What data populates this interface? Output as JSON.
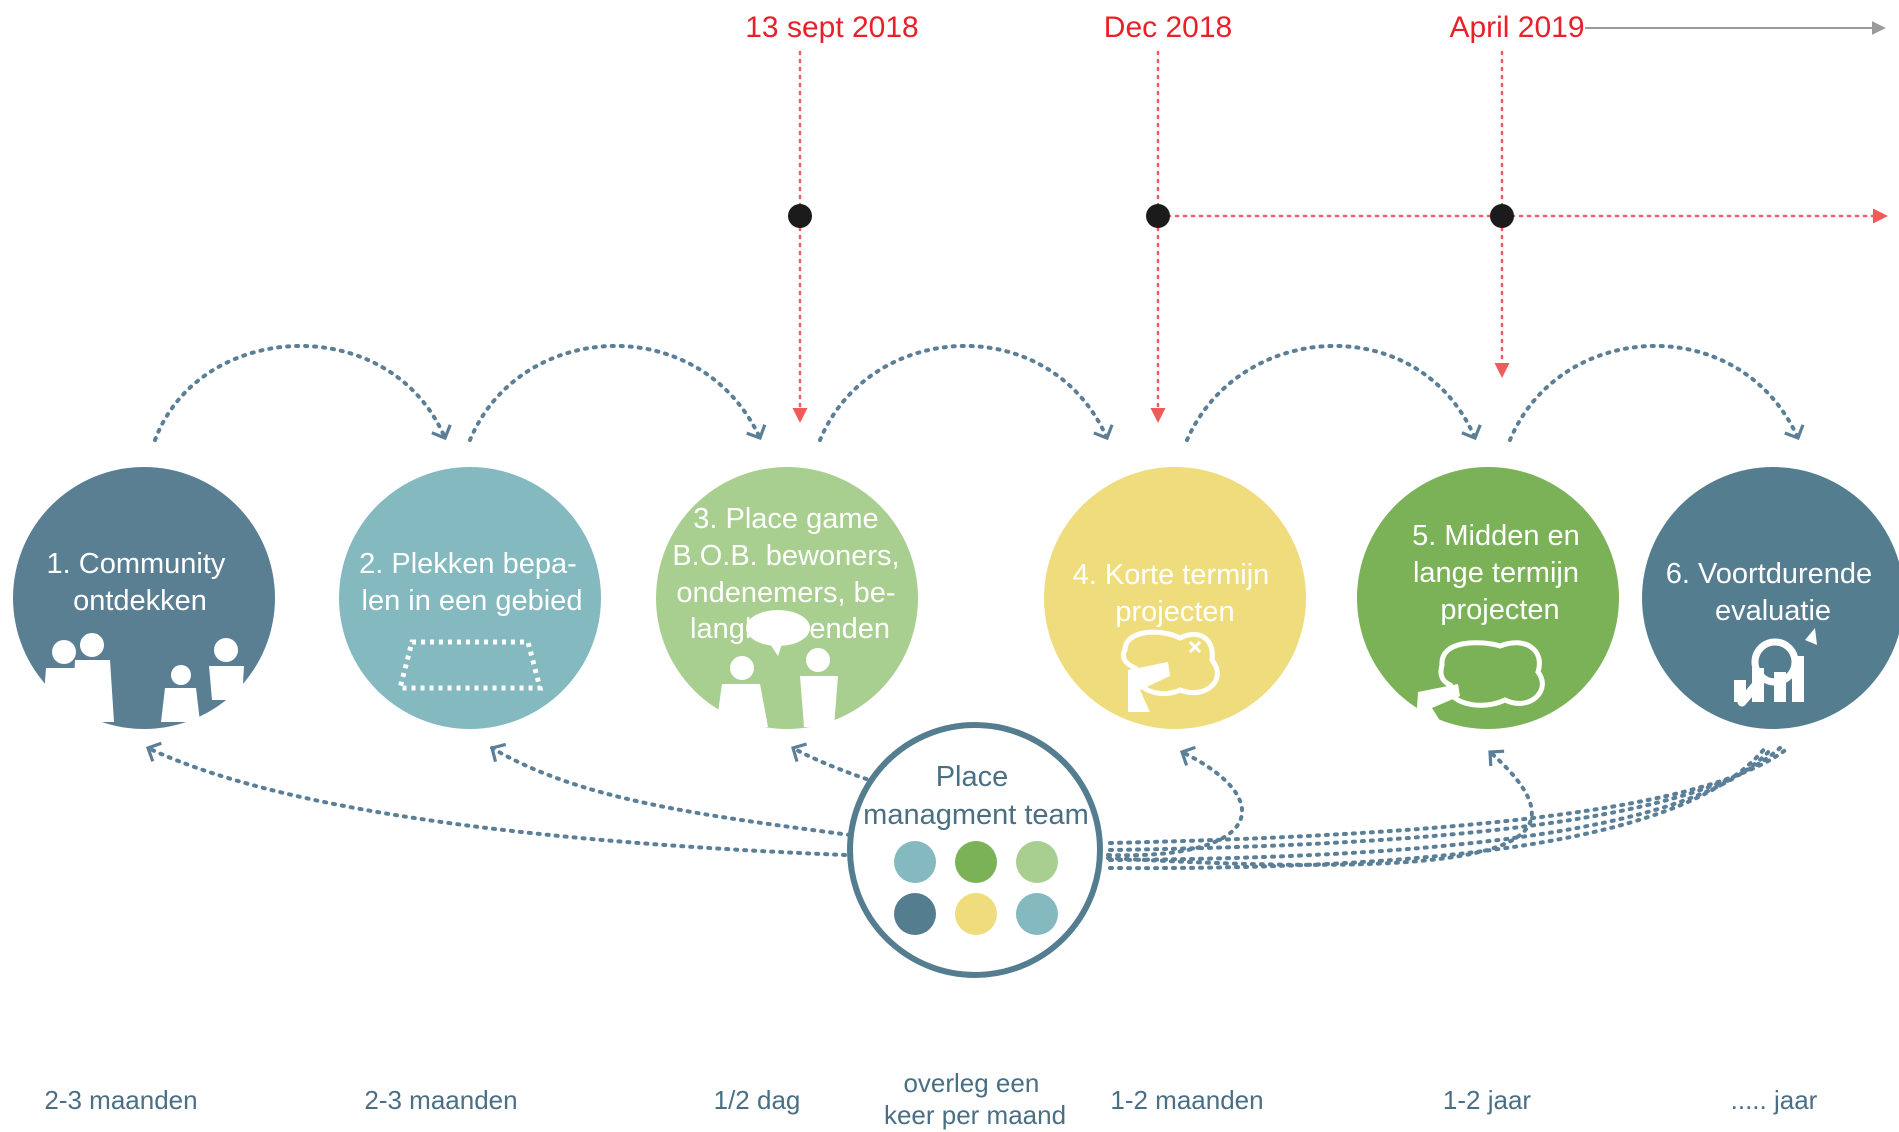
{
  "timeline": {
    "dates": [
      "13 sept 2018",
      "Dec 2018",
      "April 2019"
    ],
    "colors": {
      "date_text": "#e8202a",
      "date_line": "#ef5a5a",
      "marker": "#1b1b1b",
      "arrow_gray": "#9a9a9a"
    }
  },
  "steps": [
    {
      "lines": [
        "1. Community",
        "ontdekken"
      ],
      "color": "#5a7f93",
      "icon": "people-silhouette-icon",
      "duration": [
        "2-3 maanden"
      ]
    },
    {
      "lines": [
        "2. Plekken bepa-",
        "len in een gebied"
      ],
      "color": "#83b9bf",
      "icon": "area-outline-icon",
      "duration": [
        "2-3 maanden"
      ]
    },
    {
      "lines": [
        "3. Place game",
        "B.O.B. bewoners,",
        "ondenemers, be-",
        "langhebbenden"
      ],
      "color": "#a9cf90",
      "icon": "conversation-people-icon",
      "duration": [
        "1/2 dag"
      ]
    },
    {
      "lines": [
        "4. Korte termijn",
        "projecten"
      ],
      "color": "#efdc7c",
      "icon": "hand-touch-icon",
      "duration": [
        "1-2 maanden"
      ]
    },
    {
      "lines": [
        "5. Midden en",
        "lange termijn",
        "projecten"
      ],
      "color": "#7cb257",
      "icon": "hand-area-icon",
      "duration": [
        "1-2 jaar"
      ]
    },
    {
      "lines": [
        "6. Voortdurende",
        "evaluatie"
      ],
      "color": "#557d90",
      "icon": "magnifier-chart-icon",
      "duration": [
        "..... jaar"
      ]
    }
  ],
  "center": {
    "lines": [
      "Place",
      "managment team"
    ],
    "ring_color": "#557d90",
    "dot_colors": [
      "#83b9bf",
      "#7cb257",
      "#a9cf90",
      "#557d90",
      "#efdc7c",
      "#83b9bf"
    ],
    "duration": [
      "overleg een",
      "keer per maand"
    ]
  }
}
